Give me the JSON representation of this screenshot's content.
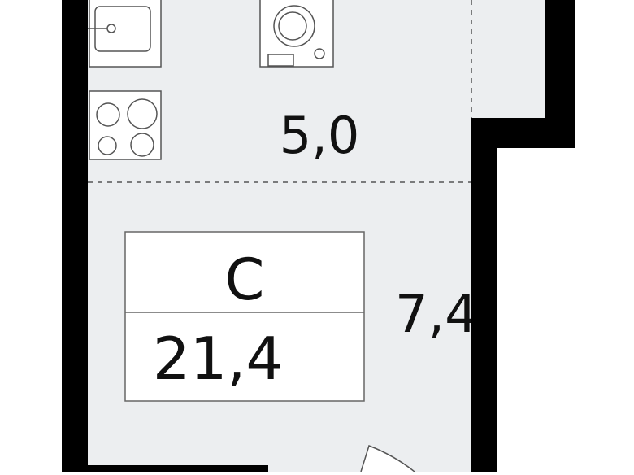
{
  "floorplan": {
    "kitchen_area": "5,0",
    "room_code": "С",
    "total_area": "21,4",
    "living_area": "7,4"
  },
  "colors": {
    "wall": "#000000",
    "floor": "#eceef0",
    "line": "#111111",
    "fixture_line": "#555555",
    "background": "#ffffff"
  },
  "icons": [
    "sink-icon",
    "washing-machine-icon",
    "stove-icon",
    "door-icon"
  ]
}
